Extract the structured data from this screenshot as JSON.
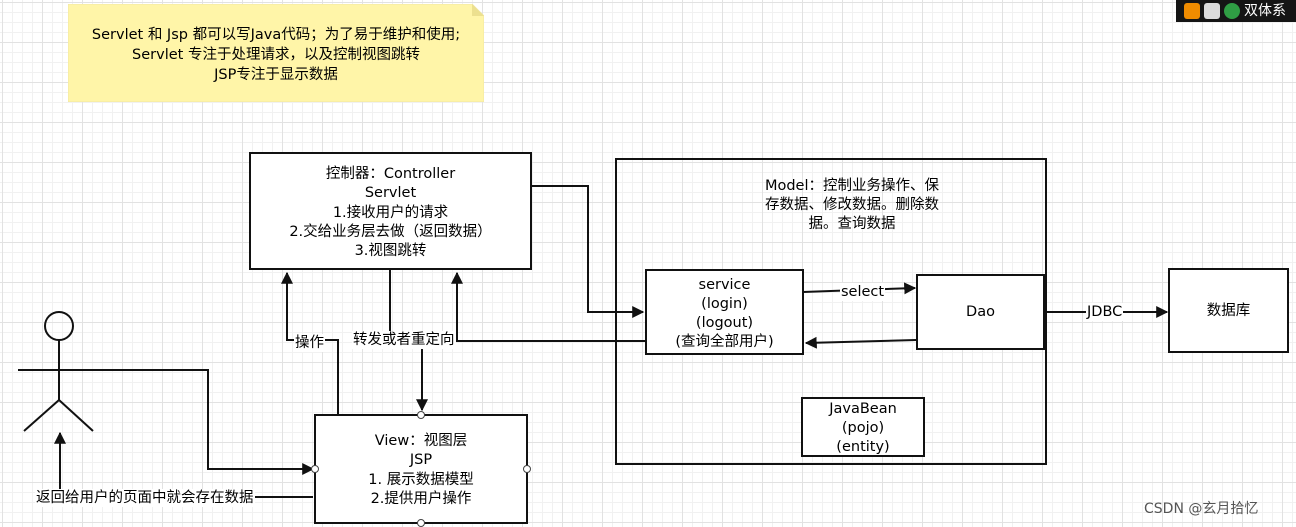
{
  "note": {
    "lines": [
      "Servlet 和 Jsp  都可以写Java代码；为了易于维护和使用;",
      "Servlet 专注于处理请求，以及控制视图跳转",
      "JSP专注于显示数据"
    ]
  },
  "controller": {
    "lines": [
      "控制器：Controller",
      "Servlet",
      "1.接收用户的请求",
      "2.交给业务层去做（返回数据）",
      "3.视图跳转"
    ]
  },
  "model": {
    "lines": [
      "Model：控制业务操作、保",
      "存数据、修改数据。删除数",
      "据。查询数据"
    ]
  },
  "service": {
    "lines": [
      "service",
      "(login)",
      "(logout)",
      "(查询全部用户)"
    ]
  },
  "dao": {
    "label": "Dao"
  },
  "database": {
    "label": "数据库"
  },
  "javabean": {
    "lines": [
      "JavaBean",
      "(pojo)",
      "(entity)"
    ]
  },
  "view": {
    "lines": [
      "View：视图层",
      "JSP",
      "1. 展示数据模型",
      "2.提供用户操作"
    ]
  },
  "edges": {
    "select": "select",
    "jdbc": "JDBC",
    "operate": "操作",
    "forward_redirect": "转发或者重定向",
    "return_page": "返回给用户的页面中就会存在数据"
  },
  "overlay": {
    "topbar_text": "双体系",
    "watermark": "CSDN @玄月拾忆"
  },
  "colors": {
    "note_fill": "#fff5a8",
    "stroke": "#111111",
    "topbar": "#151515"
  }
}
